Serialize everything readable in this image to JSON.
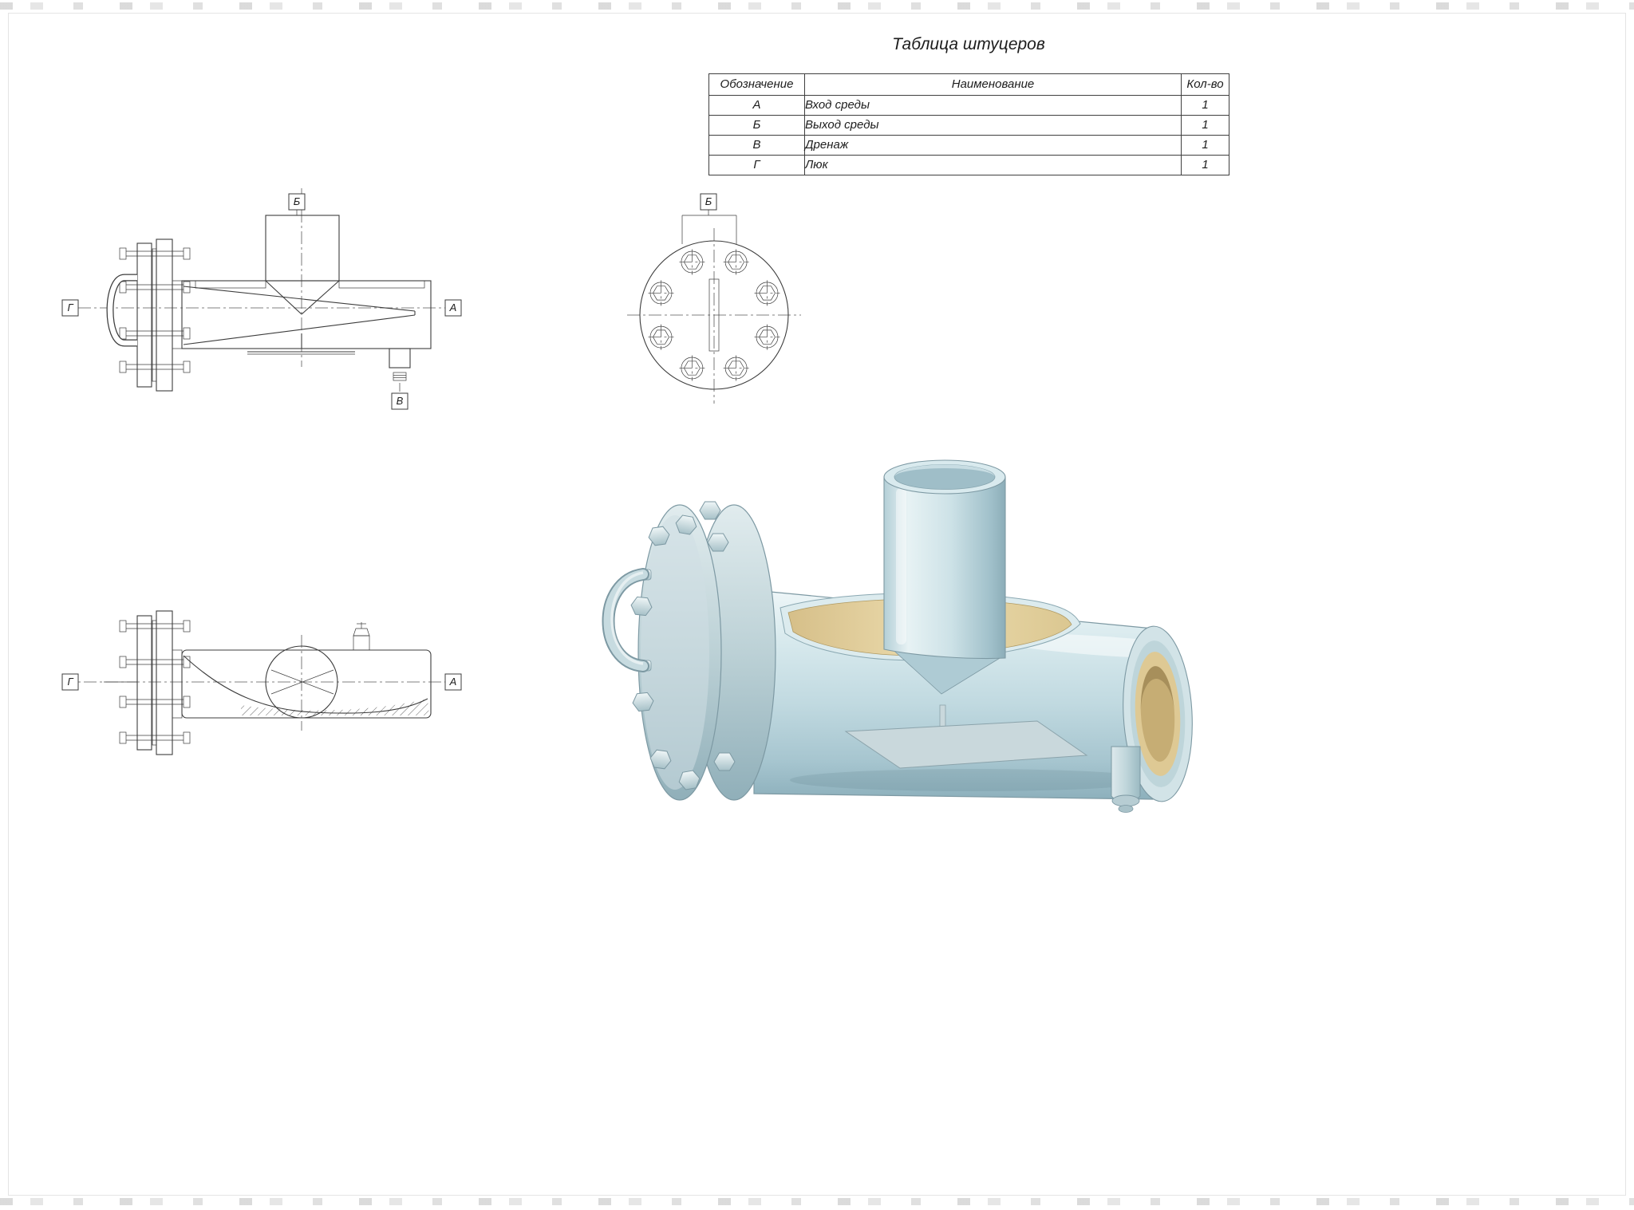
{
  "sheet": {
    "background": "#ffffff"
  },
  "table": {
    "title": "Таблица штуцеров",
    "headers": {
      "mark": "Обозначение",
      "name": "Наименование",
      "qty": "Кол-во"
    },
    "rows": [
      {
        "mark": "А",
        "name": "Вход среды",
        "qty": "1"
      },
      {
        "mark": "Б",
        "name": "Выход среды",
        "qty": "1"
      },
      {
        "mark": "В",
        "name": "Дренаж",
        "qty": "1"
      },
      {
        "mark": "Г",
        "name": "Люк",
        "qty": "1"
      }
    ]
  },
  "labels": {
    "a": "А",
    "b": "Б",
    "v": "В",
    "g": "Г"
  },
  "colors": {
    "line": "#3c3c3c",
    "render_body_light": "#e9f4f6",
    "render_body_dark": "#8fb2bd",
    "render_interior_tan": "#e9d9ad",
    "render_flange": "#bdd2d7"
  }
}
